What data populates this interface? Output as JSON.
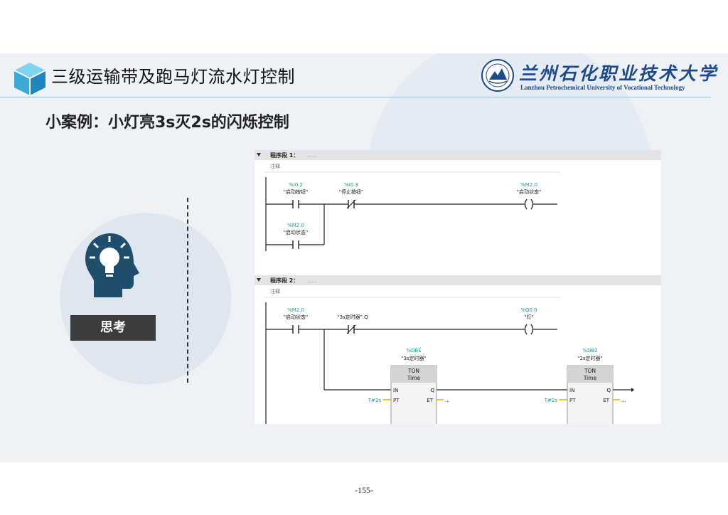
{
  "header": {
    "title": "三级运输带及跑马灯流水灯控制",
    "logo_cn": "兰州石化职业技术大学",
    "logo_en": "Lanzhou Petrochemical University of Vocational Technology"
  },
  "subtitle": "小案例：小灯亮3s灭2s的闪烁控制",
  "think_label": "思考",
  "page_number": "-155-",
  "ladder": {
    "network1": {
      "title": "程序段 1：",
      "title_dots": "......",
      "comment": "注释",
      "contact1_addr": "%I0.2",
      "contact1_name": "\"启动按钮\"",
      "contact2_addr": "%I0.3",
      "contact2_name": "\"停止按钮\"",
      "coil_addr": "%M2.0",
      "coil_name": "\"启动状态\"",
      "contact3_addr": "%M2.0",
      "contact3_name": "\"启动状态\""
    },
    "network2": {
      "title": "程序段 2：",
      "title_dots": "......",
      "comment": "注释",
      "contact1_addr": "%M2.0",
      "contact1_name": "\"启动状态\"",
      "contact2_name": "\"3s定时器\".Q",
      "coil_addr": "%Q0.0",
      "coil_name": "\"灯\"",
      "timer1_db": "%DB1",
      "timer1_name": "\"3s定时器\"",
      "timer1_type": "TON",
      "timer1_sub": "Time",
      "timer1_pt": "T#3s",
      "timer2_db": "%DB2",
      "timer2_name": "\"2s定时器\"",
      "timer2_type": "TON",
      "timer2_sub": "Time",
      "timer2_pt": "T#2s",
      "pin_in": "IN",
      "pin_pt": "PT",
      "pin_q": "Q",
      "pin_et": "ET",
      "et_out": "..."
    }
  },
  "colors": {
    "address": "#1a9a9a",
    "cube_top": "#7fd3ee",
    "cube_left": "#3aa9d6",
    "cube_right": "#1f86bd",
    "head_icon": "#1f4e6c",
    "logo_blue": "#1e4a8a"
  }
}
